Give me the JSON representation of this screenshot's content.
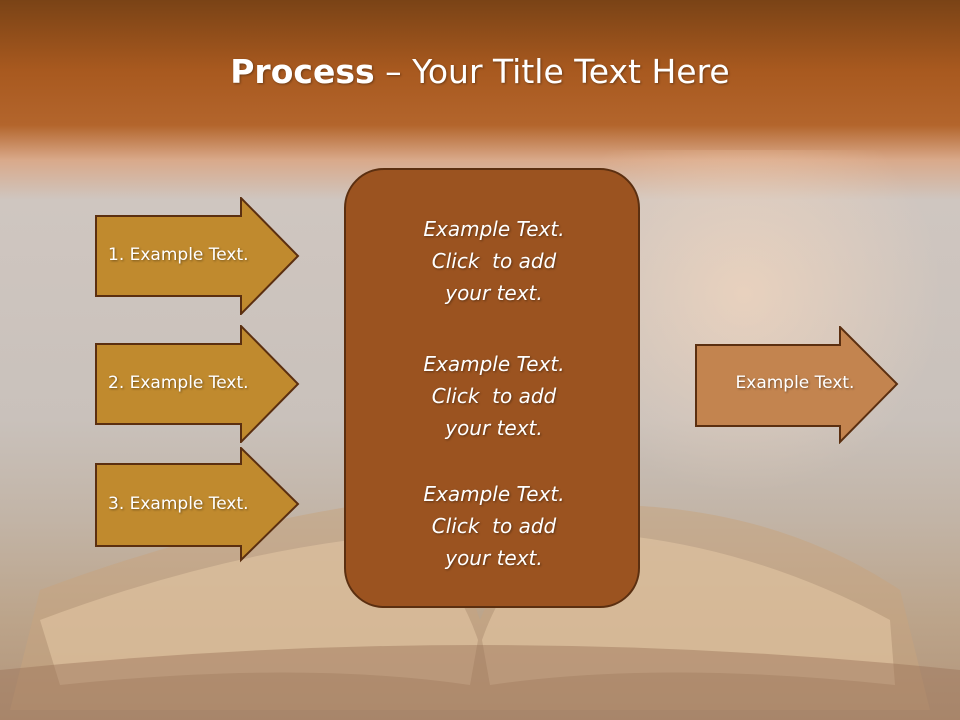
{
  "title": {
    "bold": "Process",
    "rest": " – Your Title Text Here"
  },
  "left_arrows": [
    {
      "label": "1. Example Text."
    },
    {
      "label": "2. Example Text."
    },
    {
      "label": "3. Example Text."
    }
  ],
  "center_box": {
    "paragraphs": [
      {
        "line1": "Example Text.",
        "line2": "Click  to add",
        "line3": "your text."
      },
      {
        "line1": "Example Text.",
        "line2": "Click  to add",
        "line3": "your text."
      },
      {
        "line1": "Example Text.",
        "line2": "Click  to add",
        "line3": "your text."
      }
    ]
  },
  "right_arrow": {
    "label": "Example Text."
  },
  "colors": {
    "left_arrow_fill": "#c08a2e",
    "right_arrow_fill": "#c3844f",
    "box_fill": "#9b5320",
    "outline": "#5b2f10"
  }
}
